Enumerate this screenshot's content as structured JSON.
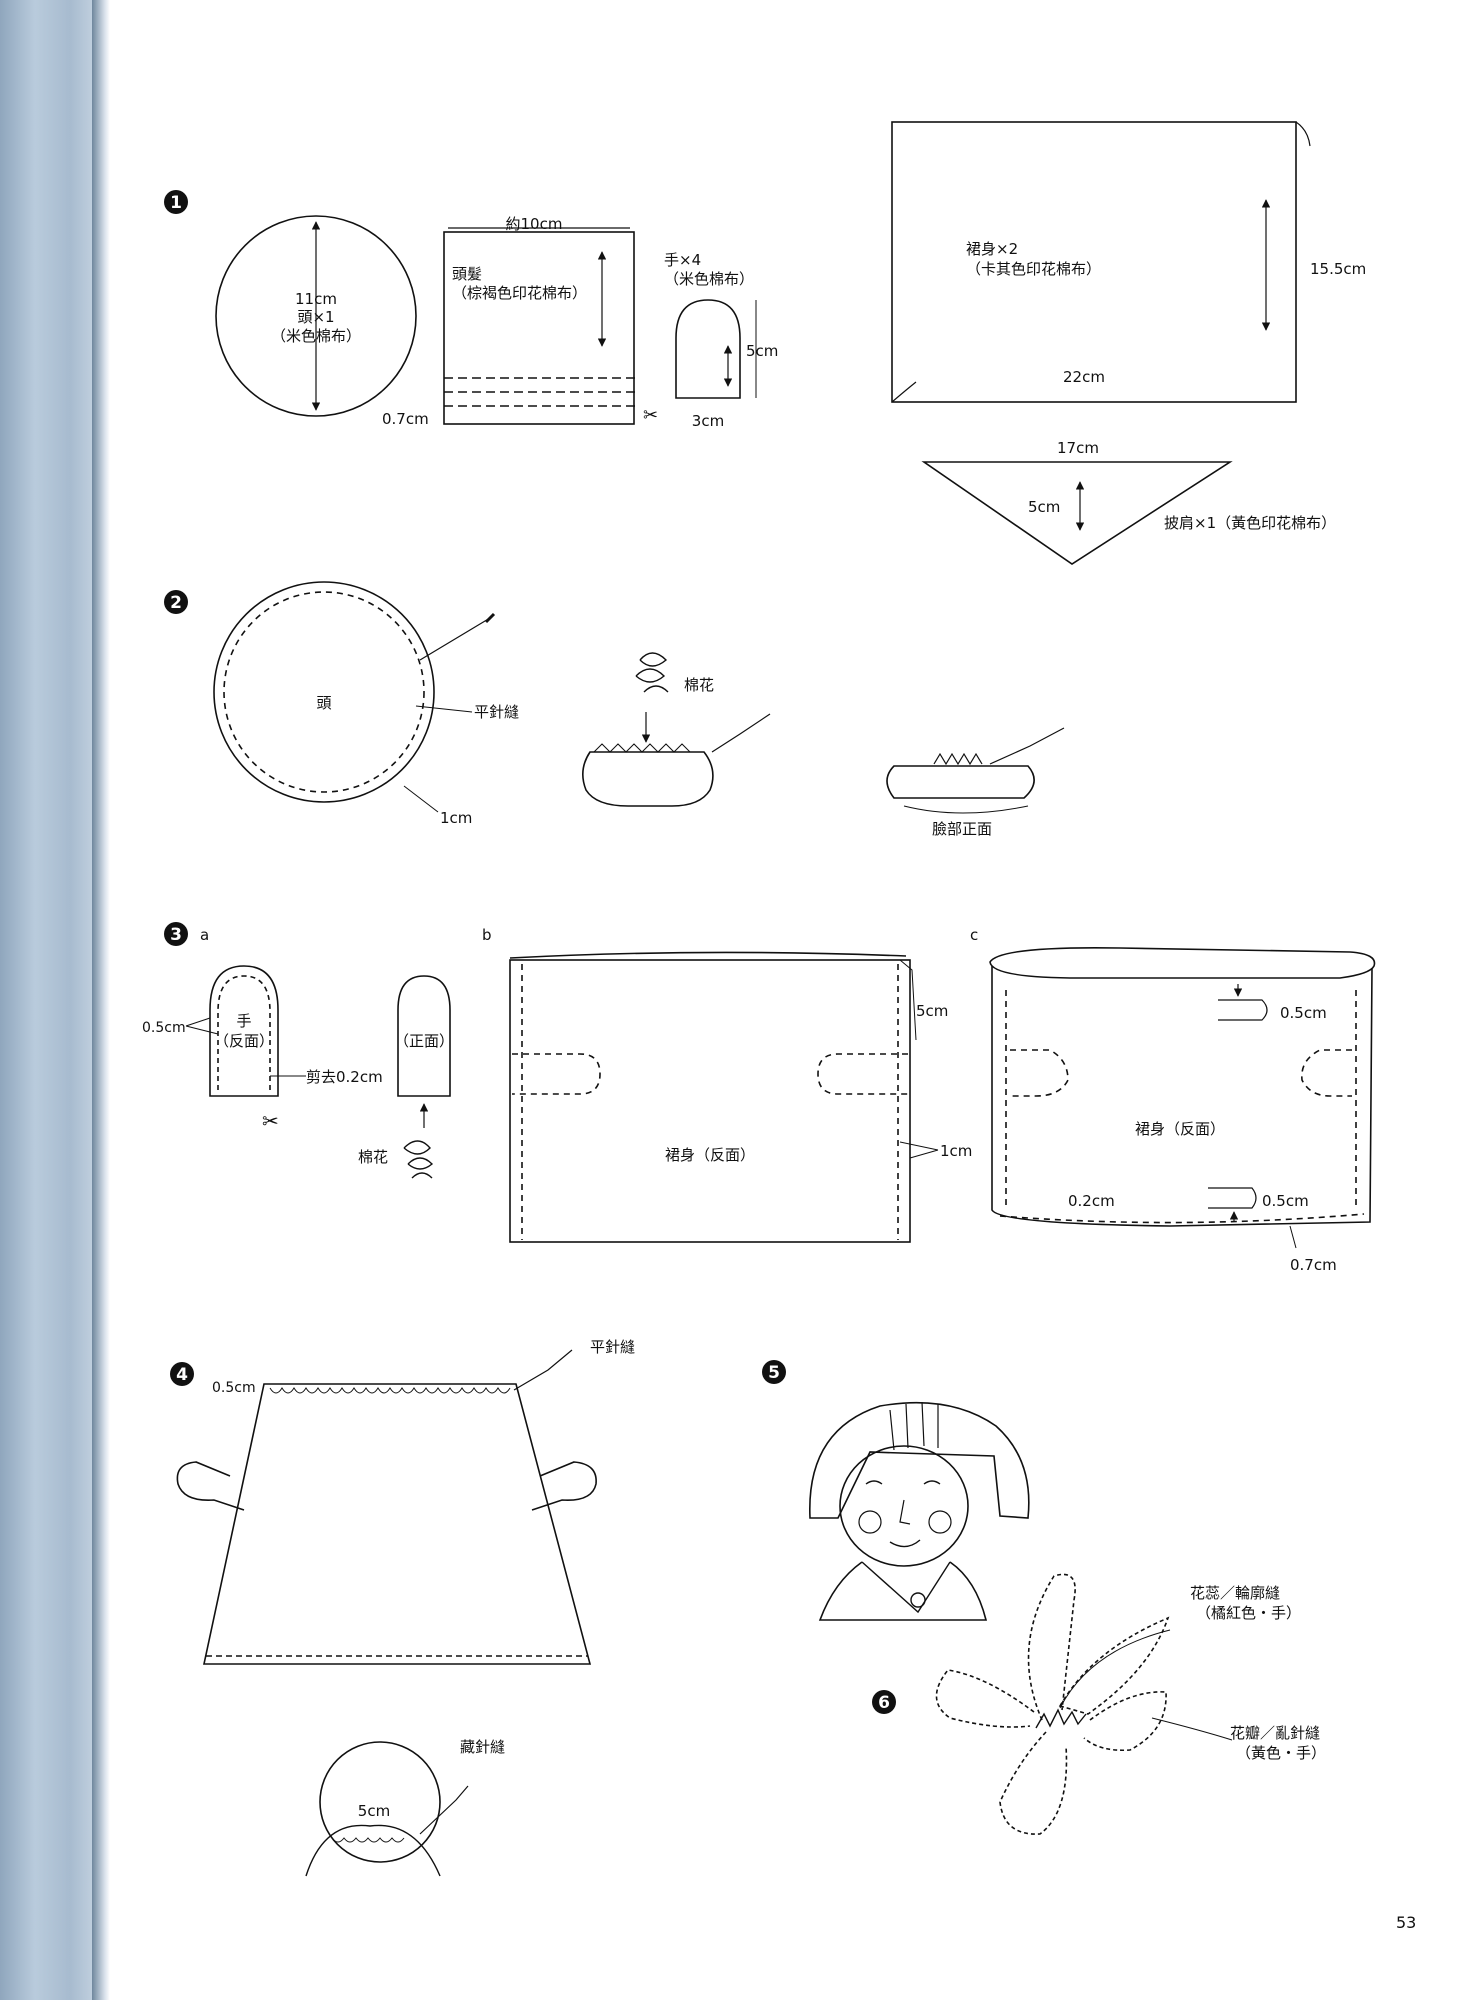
{
  "page_number": "53",
  "steps": [
    "1",
    "2",
    "3",
    "4",
    "5",
    "6"
  ],
  "step1": {
    "head": {
      "size": "11cm",
      "title": "頭×1",
      "material": "（米色棉布）"
    },
    "hair": {
      "width": "約10cm",
      "title": "頭髮",
      "material": "（棕褐色印花棉布）",
      "margin": "0.7cm"
    },
    "hand": {
      "title": "手×4",
      "material": "（米色棉布）",
      "height": "5cm",
      "width": "3cm"
    },
    "skirt": {
      "title": "裙身×2",
      "material": "（卡其色印花棉布）",
      "width": "22cm",
      "height": "15.5cm"
    },
    "shawl": {
      "width": "17cm",
      "height": "5cm",
      "title": "披肩×1（黃色印花棉布）"
    }
  },
  "step2": {
    "head": "頭",
    "running_stitch": "平針縫",
    "seam": "1cm",
    "cotton": "棉花",
    "face_front": "臉部正面"
  },
  "step3": {
    "a": {
      "label": "a",
      "seam": "0.5cm",
      "hand": "手",
      "wrong": "（反面）",
      "trim": "剪去0.2cm",
      "right": "（正面）",
      "cotton": "棉花"
    },
    "b": {
      "label": "b",
      "top": "5cm",
      "side": "1cm",
      "skirt": "裙身（反面）"
    },
    "c": {
      "label": "c",
      "hem1": "0.5cm",
      "skirt": "裙身（反面）",
      "stitch": "0.2cm",
      "hem2": "0.5cm",
      "fold": "0.7cm"
    }
  },
  "step4": {
    "margin": "0.5cm",
    "running_stitch": "平針縫",
    "blind": "藏針縫",
    "neck": "5cm"
  },
  "step6": {
    "stamen": "花蕊／輪廓縫",
    "stamen_color": "（橘紅色・手）",
    "petal": "花瓣／亂針縫",
    "petal_color": "（黃色・手）"
  }
}
